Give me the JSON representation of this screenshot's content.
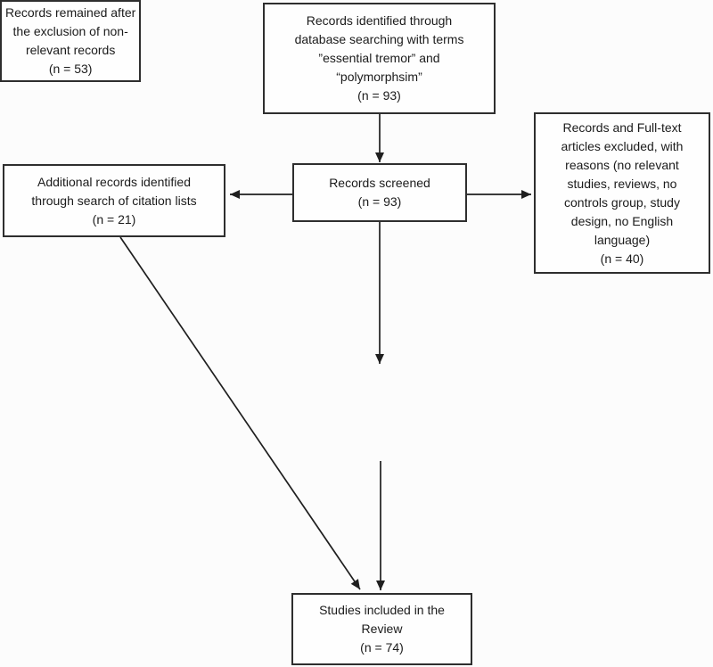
{
  "diagram": {
    "type": "flowchart",
    "nodes": {
      "identified": {
        "label": "Records identified through\ndatabase searching with terms\n”essential tremor” and\n“polymorphsim”\n(n = 93)",
        "n": 93
      },
      "screened": {
        "label": "Records screened\n(n = 93)",
        "n": 93
      },
      "additional": {
        "label": "Additional records identified\nthrough search of citation lists\n(n = 21)",
        "n": 21
      },
      "excluded": {
        "label": "Records and Full-text\narticles excluded, with\nreasons (no relevant\nstudies, reviews, no\ncontrols group, study\ndesign, no English\nlanguage)\n(n = 40)",
        "n": 40
      },
      "remained": {
        "label": "Records remained after\nthe exclusion of non-\nrelevant records\n(n = 53)",
        "n": 53
      },
      "included": {
        "label": "Studies included in the\nReview\n(n = 74)",
        "n": 74
      }
    },
    "edges": [
      {
        "from": "identified",
        "to": "screened"
      },
      {
        "from": "screened",
        "to": "additional"
      },
      {
        "from": "screened",
        "to": "excluded"
      },
      {
        "from": "screened",
        "to": "remained"
      },
      {
        "from": "remained",
        "to": "included"
      },
      {
        "from": "additional",
        "to": "included"
      }
    ],
    "colors": {
      "background": "#fcfcfc",
      "box_fill": "#fefefe",
      "box_border": "#2e2e2e",
      "line": "#1f1f1f",
      "text": "#1b1b1b"
    }
  }
}
